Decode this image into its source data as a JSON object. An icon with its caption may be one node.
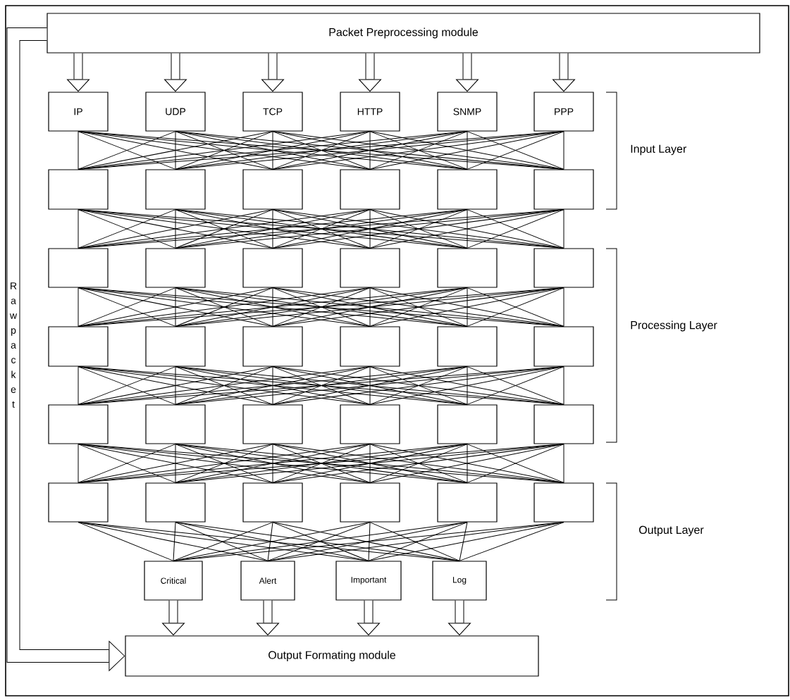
{
  "diagram": {
    "nodes": [
      {
        "text": [
          "Packet Preprocessing module"
        ]
      },
      {
        "text": [
          "IP"
        ]
      },
      {
        "text": [
          "UDP"
        ]
      },
      {
        "text": [
          "TCP"
        ]
      },
      {
        "text": [
          "HTTP"
        ]
      },
      {
        "text": [
          "SNMP"
        ]
      },
      {
        "text": [
          "PPP"
        ]
      },
      {
        "text": [],
        "shape": "box"
      },
      {
        "text": [],
        "shape": "box"
      },
      {
        "text": [],
        "shape": "box"
      },
      {
        "text": [],
        "shape": "box"
      },
      {
        "text": [],
        "shape": "box"
      },
      {
        "text": [],
        "shape": "box"
      },
      {
        "text": [],
        "shape": "box"
      },
      {
        "text": [],
        "shape": "box"
      },
      {
        "text": [],
        "shape": "box"
      },
      {
        "text": [],
        "shape": "box"
      },
      {
        "text": [],
        "shape": "box"
      },
      {
        "text": [],
        "shape": "box"
      },
      {
        "text": [],
        "shape": "box"
      },
      {
        "text": [],
        "shape": "box"
      },
      {
        "text": [],
        "shape": "box"
      },
      {
        "text": [],
        "shape": "box"
      },
      {
        "text": [],
        "shape": "box"
      },
      {
        "text": [],
        "shape": "box"
      },
      {
        "text": [],
        "shape": "box"
      },
      {
        "text": [],
        "shape": "box"
      },
      {
        "text": [],
        "shape": "box"
      },
      {
        "text": [],
        "shape": "box"
      },
      {
        "text": [],
        "shape": "box"
      },
      {
        "text": [],
        "shape": "box"
      },
      {
        "text": [],
        "shape": "box"
      },
      {
        "text": [],
        "shape": "box"
      },
      {
        "text": [],
        "shape": "box"
      },
      {
        "text": [],
        "shape": "box"
      },
      {
        "text": [],
        "shape": "box"
      },
      {
        "text": [],
        "shape": "box"
      },
      {
        "text": [
          "Critical"
        ]
      },
      {
        "text": [
          "Alert"
        ]
      },
      {
        "text": [
          "Important"
        ]
      },
      {
        "text": [
          "Log"
        ]
      },
      {
        "text": [
          "Output Formating module"
        ]
      }
    ],
    "edges": [
      {
        "from": 0,
        "to": 1,
        "arrow": "to",
        "style": "thick"
      },
      {
        "from": 0,
        "to": 2,
        "arrow": "to",
        "style": "thick"
      },
      {
        "from": 0,
        "to": 3,
        "arrow": "to",
        "style": "thick"
      },
      {
        "from": 0,
        "to": 4,
        "arrow": "to",
        "style": "thick"
      },
      {
        "from": 0,
        "to": 5,
        "arrow": "to",
        "style": "thick"
      },
      {
        "from": 0,
        "to": 6,
        "arrow": "to",
        "style": "thick"
      },
      {
        "from": 1,
        "to": 7,
        "arrow": "none"
      },
      {
        "from": 1,
        "to": 8,
        "arrow": "none"
      },
      {
        "from": 1,
        "to": 9,
        "arrow": "none"
      },
      {
        "from": 1,
        "to": 10,
        "arrow": "none"
      },
      {
        "from": 1,
        "to": 11,
        "arrow": "none"
      },
      {
        "from": 1,
        "to": 12,
        "arrow": "none"
      },
      {
        "from": 2,
        "to": 7,
        "arrow": "none"
      },
      {
        "from": 2,
        "to": 8,
        "arrow": "none"
      },
      {
        "from": 2,
        "to": 9,
        "arrow": "none"
      },
      {
        "from": 2,
        "to": 10,
        "arrow": "none"
      },
      {
        "from": 2,
        "to": 11,
        "arrow": "none"
      },
      {
        "from": 2,
        "to": 12,
        "arrow": "none"
      },
      {
        "from": 3,
        "to": 7,
        "arrow": "none"
      },
      {
        "from": 3,
        "to": 8,
        "arrow": "none"
      },
      {
        "from": 3,
        "to": 9,
        "arrow": "none"
      },
      {
        "from": 3,
        "to": 10,
        "arrow": "none"
      },
      {
        "from": 3,
        "to": 11,
        "arrow": "none"
      },
      {
        "from": 3,
        "to": 12,
        "arrow": "none"
      },
      {
        "from": 4,
        "to": 7,
        "arrow": "none"
      },
      {
        "from": 4,
        "to": 8,
        "arrow": "none"
      },
      {
        "from": 4,
        "to": 9,
        "arrow": "none"
      },
      {
        "from": 4,
        "to": 10,
        "arrow": "none"
      },
      {
        "from": 4,
        "to": 11,
        "arrow": "none"
      },
      {
        "from": 4,
        "to": 12,
        "arrow": "none"
      },
      {
        "from": 5,
        "to": 7,
        "arrow": "none"
      },
      {
        "from": 5,
        "to": 8,
        "arrow": "none"
      },
      {
        "from": 5,
        "to": 9,
        "arrow": "none"
      },
      {
        "from": 5,
        "to": 10,
        "arrow": "none"
      },
      {
        "from": 5,
        "to": 11,
        "arrow": "none"
      },
      {
        "from": 5,
        "to": 12,
        "arrow": "none"
      },
      {
        "from": 6,
        "to": 7,
        "arrow": "none"
      },
      {
        "from": 6,
        "to": 8,
        "arrow": "none"
      },
      {
        "from": 6,
        "to": 9,
        "arrow": "none"
      },
      {
        "from": 6,
        "to": 10,
        "arrow": "none"
      },
      {
        "from": 6,
        "to": 11,
        "arrow": "none"
      },
      {
        "from": 6,
        "to": 12,
        "arrow": "none"
      },
      {
        "from": 7,
        "to": 13,
        "arrow": "none"
      },
      {
        "from": 7,
        "to": 14,
        "arrow": "none"
      },
      {
        "from": 7,
        "to": 15,
        "arrow": "none"
      },
      {
        "from": 7,
        "to": 16,
        "arrow": "none"
      },
      {
        "from": 7,
        "to": 17,
        "arrow": "none"
      },
      {
        "from": 7,
        "to": 18,
        "arrow": "none"
      },
      {
        "from": 8,
        "to": 13,
        "arrow": "none"
      },
      {
        "from": 8,
        "to": 14,
        "arrow": "none"
      },
      {
        "from": 8,
        "to": 15,
        "arrow": "none"
      },
      {
        "from": 8,
        "to": 16,
        "arrow": "none"
      },
      {
        "from": 8,
        "to": 17,
        "arrow": "none"
      },
      {
        "from": 8,
        "to": 18,
        "arrow": "none"
      },
      {
        "from": 9,
        "to": 13,
        "arrow": "none"
      },
      {
        "from": 9,
        "to": 14,
        "arrow": "none"
      },
      {
        "from": 9,
        "to": 15,
        "arrow": "none"
      },
      {
        "from": 9,
        "to": 16,
        "arrow": "none"
      },
      {
        "from": 9,
        "to": 17,
        "arrow": "none"
      },
      {
        "from": 9,
        "to": 18,
        "arrow": "none"
      },
      {
        "from": 10,
        "to": 13,
        "arrow": "none"
      },
      {
        "from": 10,
        "to": 14,
        "arrow": "none"
      },
      {
        "from": 10,
        "to": 15,
        "arrow": "none"
      },
      {
        "from": 10,
        "to": 16,
        "arrow": "none"
      },
      {
        "from": 10,
        "to": 17,
        "arrow": "none"
      },
      {
        "from": 10,
        "to": 18,
        "arrow": "none"
      },
      {
        "from": 11,
        "to": 13,
        "arrow": "none"
      },
      {
        "from": 11,
        "to": 14,
        "arrow": "none"
      },
      {
        "from": 11,
        "to": 15,
        "arrow": "none"
      },
      {
        "from": 11,
        "to": 16,
        "arrow": "none"
      },
      {
        "from": 11,
        "to": 17,
        "arrow": "none"
      },
      {
        "from": 11,
        "to": 18,
        "arrow": "none"
      },
      {
        "from": 12,
        "to": 13,
        "arrow": "none"
      },
      {
        "from": 12,
        "to": 14,
        "arrow": "none"
      },
      {
        "from": 12,
        "to": 15,
        "arrow": "none"
      },
      {
        "from": 12,
        "to": 16,
        "arrow": "none"
      },
      {
        "from": 12,
        "to": 17,
        "arrow": "none"
      },
      {
        "from": 12,
        "to": 18,
        "arrow": "none"
      },
      {
        "from": 13,
        "to": 19,
        "arrow": "none"
      },
      {
        "from": 13,
        "to": 20,
        "arrow": "none"
      },
      {
        "from": 13,
        "to": 21,
        "arrow": "none"
      },
      {
        "from": 13,
        "to": 22,
        "arrow": "none"
      },
      {
        "from": 13,
        "to": 23,
        "arrow": "none"
      },
      {
        "from": 13,
        "to": 24,
        "arrow": "none"
      },
      {
        "from": 14,
        "to": 19,
        "arrow": "none"
      },
      {
        "from": 14,
        "to": 20,
        "arrow": "none"
      },
      {
        "from": 14,
        "to": 21,
        "arrow": "none"
      },
      {
        "from": 14,
        "to": 22,
        "arrow": "none"
      },
      {
        "from": 14,
        "to": 23,
        "arrow": "none"
      },
      {
        "from": 14,
        "to": 24,
        "arrow": "none"
      },
      {
        "from": 15,
        "to": 19,
        "arrow": "none"
      },
      {
        "from": 15,
        "to": 20,
        "arrow": "none"
      },
      {
        "from": 15,
        "to": 21,
        "arrow": "none"
      },
      {
        "from": 15,
        "to": 22,
        "arrow": "none"
      },
      {
        "from": 15,
        "to": 23,
        "arrow": "none"
      },
      {
        "from": 15,
        "to": 24,
        "arrow": "none"
      },
      {
        "from": 16,
        "to": 19,
        "arrow": "none"
      },
      {
        "from": 16,
        "to": 20,
        "arrow": "none"
      },
      {
        "from": 16,
        "to": 21,
        "arrow": "none"
      },
      {
        "from": 16,
        "to": 22,
        "arrow": "none"
      },
      {
        "from": 16,
        "to": 23,
        "arrow": "none"
      },
      {
        "from": 16,
        "to": 24,
        "arrow": "none"
      },
      {
        "from": 17,
        "to": 19,
        "arrow": "none"
      },
      {
        "from": 17,
        "to": 20,
        "arrow": "none"
      },
      {
        "from": 17,
        "to": 21,
        "arrow": "none"
      },
      {
        "from": 17,
        "to": 22,
        "arrow": "none"
      },
      {
        "from": 17,
        "to": 23,
        "arrow": "none"
      },
      {
        "from": 17,
        "to": 24,
        "arrow": "none"
      },
      {
        "from": 18,
        "to": 19,
        "arrow": "none"
      },
      {
        "from": 18,
        "to": 20,
        "arrow": "none"
      },
      {
        "from": 18,
        "to": 21,
        "arrow": "none"
      },
      {
        "from": 18,
        "to": 22,
        "arrow": "none"
      },
      {
        "from": 18,
        "to": 23,
        "arrow": "none"
      },
      {
        "from": 18,
        "to": 24,
        "arrow": "none"
      },
      {
        "from": 19,
        "to": 25,
        "arrow": "none"
      },
      {
        "from": 19,
        "to": 26,
        "arrow": "none"
      },
      {
        "from": 19,
        "to": 27,
        "arrow": "none"
      },
      {
        "from": 19,
        "to": 28,
        "arrow": "none"
      },
      {
        "from": 19,
        "to": 29,
        "arrow": "none"
      },
      {
        "from": 19,
        "to": 30,
        "arrow": "none"
      },
      {
        "from": 20,
        "to": 25,
        "arrow": "none"
      },
      {
        "from": 20,
        "to": 26,
        "arrow": "none"
      },
      {
        "from": 20,
        "to": 27,
        "arrow": "none"
      },
      {
        "from": 20,
        "to": 28,
        "arrow": "none"
      },
      {
        "from": 20,
        "to": 29,
        "arrow": "none"
      },
      {
        "from": 20,
        "to": 30,
        "arrow": "none"
      },
      {
        "from": 21,
        "to": 25,
        "arrow": "none"
      },
      {
        "from": 21,
        "to": 26,
        "arrow": "none"
      },
      {
        "from": 21,
        "to": 27,
        "arrow": "none"
      },
      {
        "from": 21,
        "to": 28,
        "arrow": "none"
      },
      {
        "from": 21,
        "to": 29,
        "arrow": "none"
      },
      {
        "from": 21,
        "to": 30,
        "arrow": "none"
      },
      {
        "from": 22,
        "to": 25,
        "arrow": "none"
      },
      {
        "from": 22,
        "to": 26,
        "arrow": "none"
      },
      {
        "from": 22,
        "to": 27,
        "arrow": "none"
      },
      {
        "from": 22,
        "to": 28,
        "arrow": "none"
      },
      {
        "from": 22,
        "to": 29,
        "arrow": "none"
      },
      {
        "from": 22,
        "to": 30,
        "arrow": "none"
      },
      {
        "from": 23,
        "to": 25,
        "arrow": "none"
      },
      {
        "from": 23,
        "to": 26,
        "arrow": "none"
      },
      {
        "from": 23,
        "to": 27,
        "arrow": "none"
      },
      {
        "from": 23,
        "to": 28,
        "arrow": "none"
      },
      {
        "from": 23,
        "to": 29,
        "arrow": "none"
      },
      {
        "from": 23,
        "to": 30,
        "arrow": "none"
      },
      {
        "from": 24,
        "to": 25,
        "arrow": "none"
      },
      {
        "from": 24,
        "to": 26,
        "arrow": "none"
      },
      {
        "from": 24,
        "to": 27,
        "arrow": "none"
      },
      {
        "from": 24,
        "to": 28,
        "arrow": "none"
      },
      {
        "from": 24,
        "to": 29,
        "arrow": "none"
      },
      {
        "from": 24,
        "to": 30,
        "arrow": "none"
      },
      {
        "from": 25,
        "to": 31,
        "arrow": "none"
      },
      {
        "from": 25,
        "to": 32,
        "arrow": "none"
      },
      {
        "from": 25,
        "to": 33,
        "arrow": "none"
      },
      {
        "from": 25,
        "to": 34,
        "arrow": "none"
      },
      {
        "from": 25,
        "to": 35,
        "arrow": "none"
      },
      {
        "from": 25,
        "to": 36,
        "arrow": "none"
      },
      {
        "from": 26,
        "to": 31,
        "arrow": "none"
      },
      {
        "from": 26,
        "to": 32,
        "arrow": "none"
      },
      {
        "from": 26,
        "to": 33,
        "arrow": "none"
      },
      {
        "from": 26,
        "to": 34,
        "arrow": "none"
      },
      {
        "from": 26,
        "to": 35,
        "arrow": "none"
      },
      {
        "from": 26,
        "to": 36,
        "arrow": "none"
      },
      {
        "from": 27,
        "to": 31,
        "arrow": "none"
      },
      {
        "from": 27,
        "to": 32,
        "arrow": "none"
      },
      {
        "from": 27,
        "to": 33,
        "arrow": "none"
      },
      {
        "from": 27,
        "to": 34,
        "arrow": "none"
      },
      {
        "from": 27,
        "to": 35,
        "arrow": "none"
      },
      {
        "from": 27,
        "to": 36,
        "arrow": "none"
      },
      {
        "from": 28,
        "to": 31,
        "arrow": "none"
      },
      {
        "from": 28,
        "to": 32,
        "arrow": "none"
      },
      {
        "from": 28,
        "to": 33,
        "arrow": "none"
      },
      {
        "from": 28,
        "to": 34,
        "arrow": "none"
      },
      {
        "from": 28,
        "to": 35,
        "arrow": "none"
      },
      {
        "from": 28,
        "to": 36,
        "arrow": "none"
      },
      {
        "from": 29,
        "to": 31,
        "arrow": "none"
      },
      {
        "from": 29,
        "to": 32,
        "arrow": "none"
      },
      {
        "from": 29,
        "to": 33,
        "arrow": "none"
      },
      {
        "from": 29,
        "to": 34,
        "arrow": "none"
      },
      {
        "from": 29,
        "to": 35,
        "arrow": "none"
      },
      {
        "from": 29,
        "to": 36,
        "arrow": "none"
      },
      {
        "from": 30,
        "to": 31,
        "arrow": "none"
      },
      {
        "from": 30,
        "to": 32,
        "arrow": "none"
      },
      {
        "from": 30,
        "to": 33,
        "arrow": "none"
      },
      {
        "from": 30,
        "to": 34,
        "arrow": "none"
      },
      {
        "from": 30,
        "to": 35,
        "arrow": "none"
      },
      {
        "from": 30,
        "to": 36,
        "arrow": "none"
      },
      {
        "from": 31,
        "to": 37,
        "arrow": "none"
      },
      {
        "from": 31,
        "to": 38,
        "arrow": "none"
      },
      {
        "from": 31,
        "to": 39,
        "arrow": "none"
      },
      {
        "from": 31,
        "to": 40,
        "arrow": "none"
      },
      {
        "from": 32,
        "to": 37,
        "arrow": "none"
      },
      {
        "from": 32,
        "to": 38,
        "arrow": "none"
      },
      {
        "from": 32,
        "to": 39,
        "arrow": "none"
      },
      {
        "from": 32,
        "to": 40,
        "arrow": "none"
      },
      {
        "from": 33,
        "to": 37,
        "arrow": "none"
      },
      {
        "from": 33,
        "to": 38,
        "arrow": "none"
      },
      {
        "from": 33,
        "to": 39,
        "arrow": "none"
      },
      {
        "from": 33,
        "to": 40,
        "arrow": "none"
      },
      {
        "from": 34,
        "to": 37,
        "arrow": "none"
      },
      {
        "from": 34,
        "to": 38,
        "arrow": "none"
      },
      {
        "from": 34,
        "to": 39,
        "arrow": "none"
      },
      {
        "from": 34,
        "to": 40,
        "arrow": "none"
      },
      {
        "from": 35,
        "to": 37,
        "arrow": "none"
      },
      {
        "from": 35,
        "to": 38,
        "arrow": "none"
      },
      {
        "from": 35,
        "to": 39,
        "arrow": "none"
      },
      {
        "from": 35,
        "to": 40,
        "arrow": "none"
      },
      {
        "from": 36,
        "to": 37,
        "arrow": "none"
      },
      {
        "from": 36,
        "to": 38,
        "arrow": "none"
      },
      {
        "from": 36,
        "to": 39,
        "arrow": "none"
      },
      {
        "from": 36,
        "to": 40,
        "arrow": "none"
      },
      {
        "from": 37,
        "to": 41,
        "arrow": "to",
        "style": "thick"
      },
      {
        "from": 38,
        "to": 41,
        "arrow": "to",
        "style": "thick"
      },
      {
        "from": 39,
        "to": 41,
        "arrow": "to",
        "style": "thick"
      },
      {
        "from": 40,
        "to": 41,
        "arrow": "to",
        "style": "thick"
      },
      {
        "from": 0,
        "to": 41,
        "arrow": "to",
        "style": "thick",
        "label": "Raw packet"
      }
    ],
    "labels": [
      "Input Layer",
      "Processing Layer",
      "Output Layer"
    ]
  }
}
